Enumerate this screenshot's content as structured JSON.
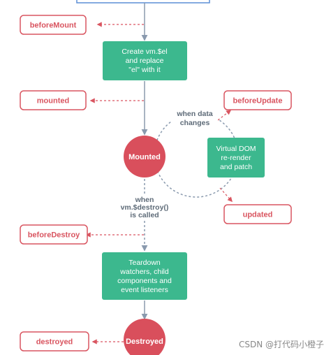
{
  "hooks": {
    "before_mount": "beforeMount",
    "mounted": "mounted",
    "before_update": "beforeUpdate",
    "updated": "updated",
    "before_destroy": "beforeDestroy",
    "destroyed": "destroyed"
  },
  "steps": {
    "create_el": [
      "Create vm.$el",
      "and replace",
      "\"el\" with it"
    ],
    "virtual_dom": [
      "Virtual DOM",
      "re-render",
      "and patch"
    ],
    "teardown": [
      "Teardown",
      "watchers, child",
      "components and",
      "event listeners"
    ]
  },
  "states": {
    "mounted": "Mounted",
    "destroyed": "Destroyed"
  },
  "notes": {
    "data_changes": [
      "when data",
      "changes"
    ],
    "destroy_called": [
      "when",
      "vm.$destroy()",
      "is called"
    ]
  },
  "watermark": "CSDN @打代码小橙子",
  "colors": {
    "hook_red": "#d95560",
    "green": "#3cb88e",
    "circle_red": "#d94f5c",
    "arrow_gray": "#8a9aae"
  }
}
